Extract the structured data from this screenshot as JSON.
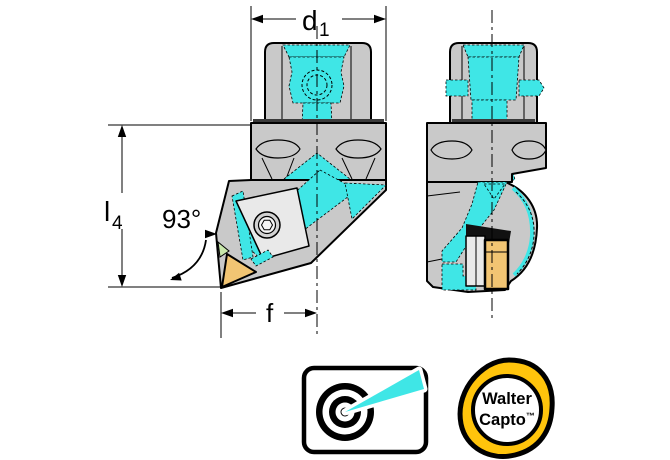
{
  "dimensions": {
    "d1": {
      "main": "d",
      "sub": "1"
    },
    "l4": {
      "main": "l",
      "sub": "4"
    },
    "f": "f",
    "angle": "93°"
  },
  "badges": {
    "walter_capto": {
      "line1": "Walter",
      "line2": "Capto",
      "trademark": "™"
    }
  },
  "icons": {
    "coolant": "precision-coolant-target-icon",
    "capto_shape": "capto-trigon-badge-icon",
    "clamp_screw": "hex-screw-icon"
  },
  "colors": {
    "paper": "#ffffff",
    "ink": "#000000",
    "body_gray": "#c9c9c9",
    "light_gray": "#e9e9e9",
    "shadow_gray": "#3a3a3a",
    "screw_gray": "#d2d2d2",
    "coolant": "#3fe6e6",
    "insert_gold": "#f2c573",
    "insert_green": "#c9e8ab",
    "logo_yellow": "#ffc40c"
  }
}
